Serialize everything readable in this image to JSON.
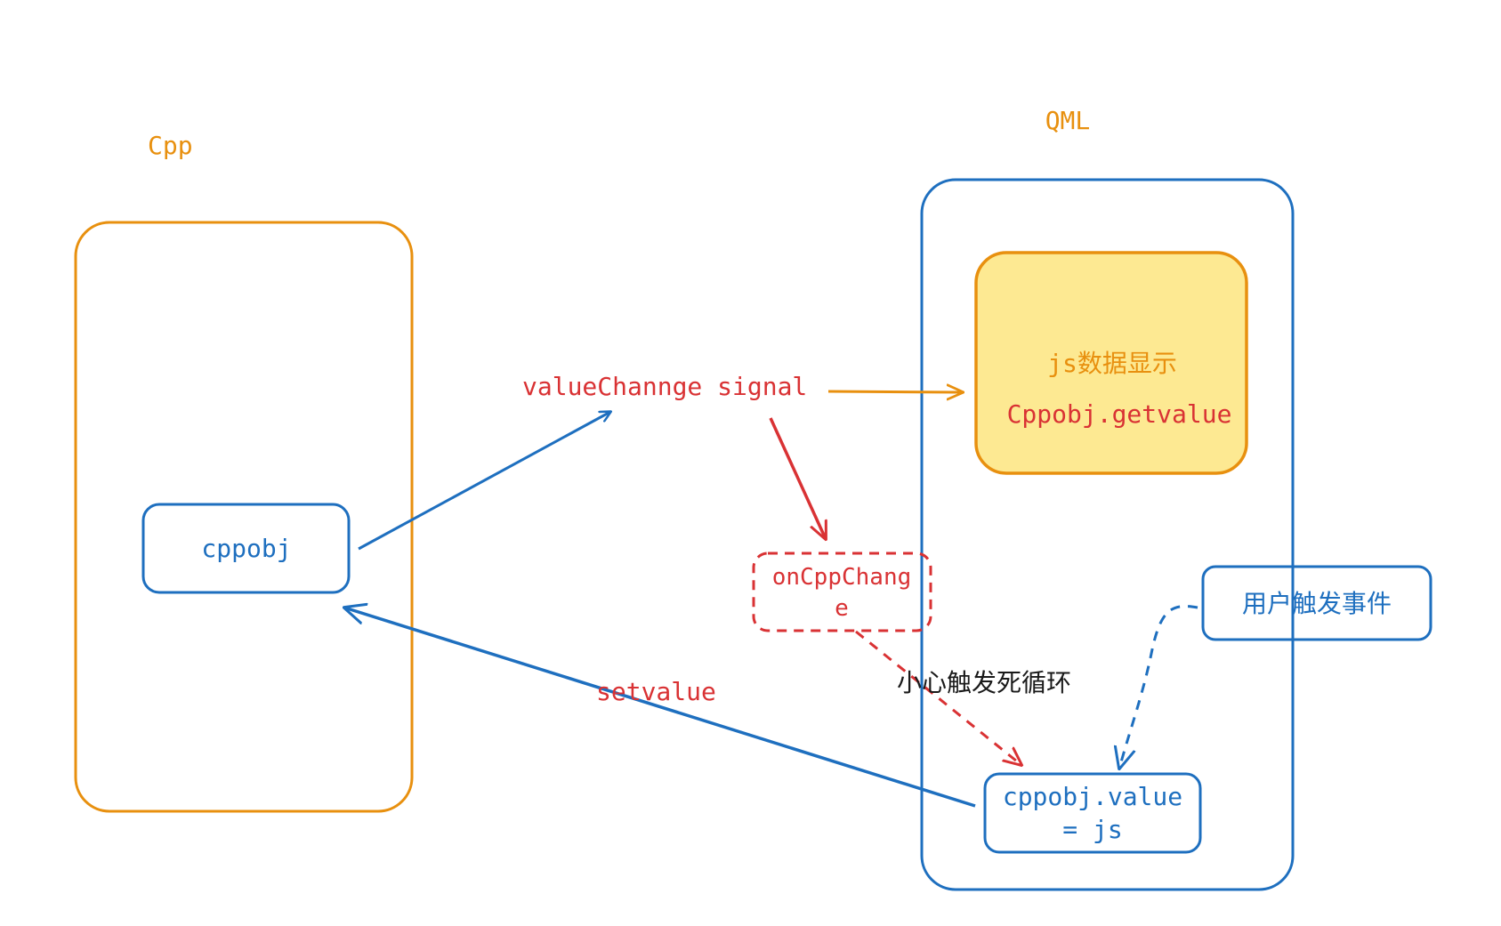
{
  "colors": {
    "orange": "#e8900f",
    "blue": "#1e6fbf",
    "red": "#d93234",
    "yellow_fill": "#fde992",
    "text_dark": "#1a1a1a"
  },
  "labels": {
    "cpp_title": "Cpp",
    "qml_title": "QML",
    "cppobj": "cppobj",
    "signal": "valueChannge signal",
    "js_display_line1": "js数据显示",
    "js_display_line2": "Cppobj.getvalue",
    "on_change_line1": "onCppChang",
    "on_change_line2": "e",
    "user_event": "用户触发事件",
    "warning": "小心触发死循环",
    "setvalue": "setvalue",
    "assign_line1": "cppobj.value",
    "assign_line2": "= js"
  }
}
